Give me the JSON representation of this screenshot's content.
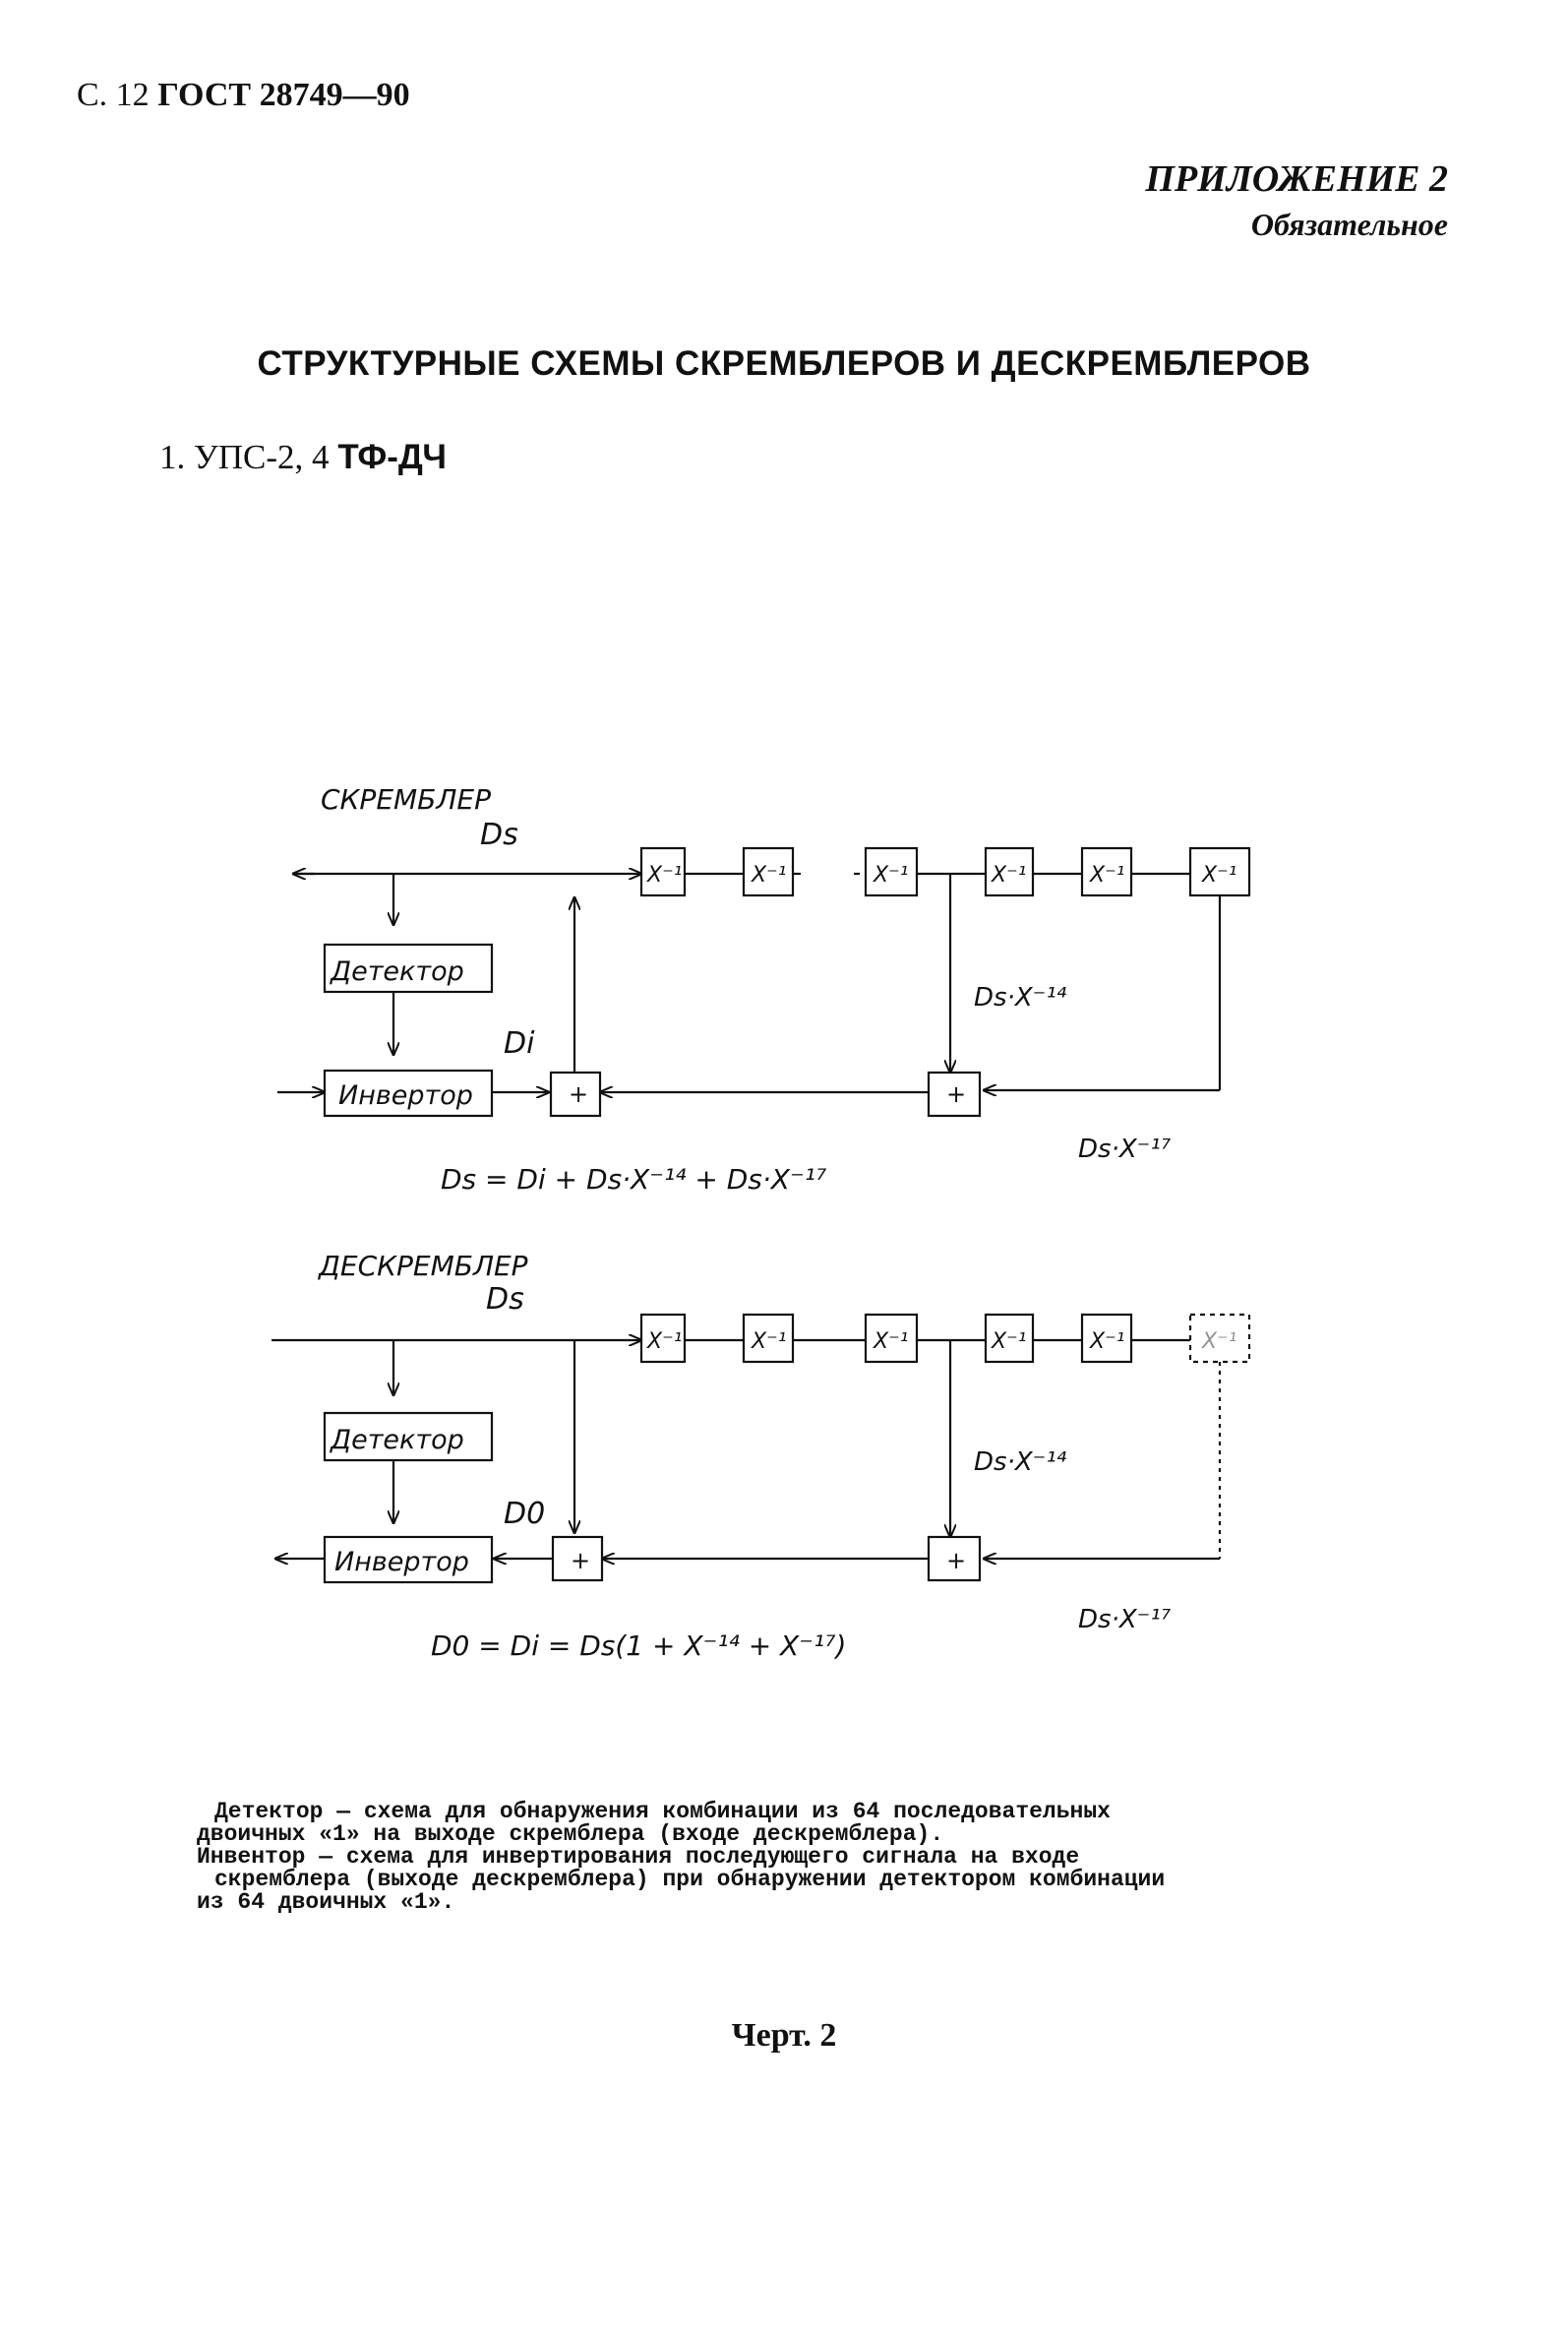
{
  "header": {
    "page_prefix": "С. 12",
    "standard": "ГОСТ 28749—90"
  },
  "appendix": {
    "title": "ПРИЛОЖЕНИЕ 2",
    "subtitle": "Обязательное"
  },
  "main_title": "СТРУКТУРНЫЕ СХЕМЫ СКРЕМБЛЕРОВ И ДЕСКРЕМБЛЕРОВ",
  "section": {
    "number": "1.",
    "label": "УПС-2, 4",
    "label_bold": "ТФ-ДЧ"
  },
  "scrambler": {
    "title": "СКРЕМБЛЕР",
    "signal_out": "Ds",
    "signal_in": "Di",
    "detector": "Детектор",
    "inverter": "Инвертор",
    "delay_label": "X⁻¹",
    "adder_label": "+",
    "tap14": "Ds·X⁻¹⁴",
    "tap17": "Ds·X⁻¹⁷",
    "formula": "Ds = Di + Ds·X⁻¹⁴ + Ds·X⁻¹⁷"
  },
  "descrambler": {
    "title": "ДЕСКРЕМБЛЕР",
    "signal_in": "Ds",
    "signal_out": "D0",
    "detector": "Детектор",
    "inverter": "Инвертор",
    "delay_label": "X⁻¹",
    "adder_label": "+",
    "tap14": "Ds·X⁻¹⁴",
    "tap17": "Ds·X⁻¹⁷",
    "formula": "D0 = Di = Ds(1 + X⁻¹⁴ + X⁻¹⁷)"
  },
  "notes": {
    "detector_line1": "Детектор — схема для обнаружения комбинации из 64 последовательных",
    "detector_line2": "двоичных «1» на выходе скремблера (входе дескремблера).",
    "inverter_line1": "Инвентор — схема для инвертирования последующего сигнала на входе",
    "inverter_line2": "скремблера (выходе дескремблера) при обнаружении детектором комбинации",
    "inverter_line3": "из 64 двоичных «1»."
  },
  "caption": "Черт. 2"
}
